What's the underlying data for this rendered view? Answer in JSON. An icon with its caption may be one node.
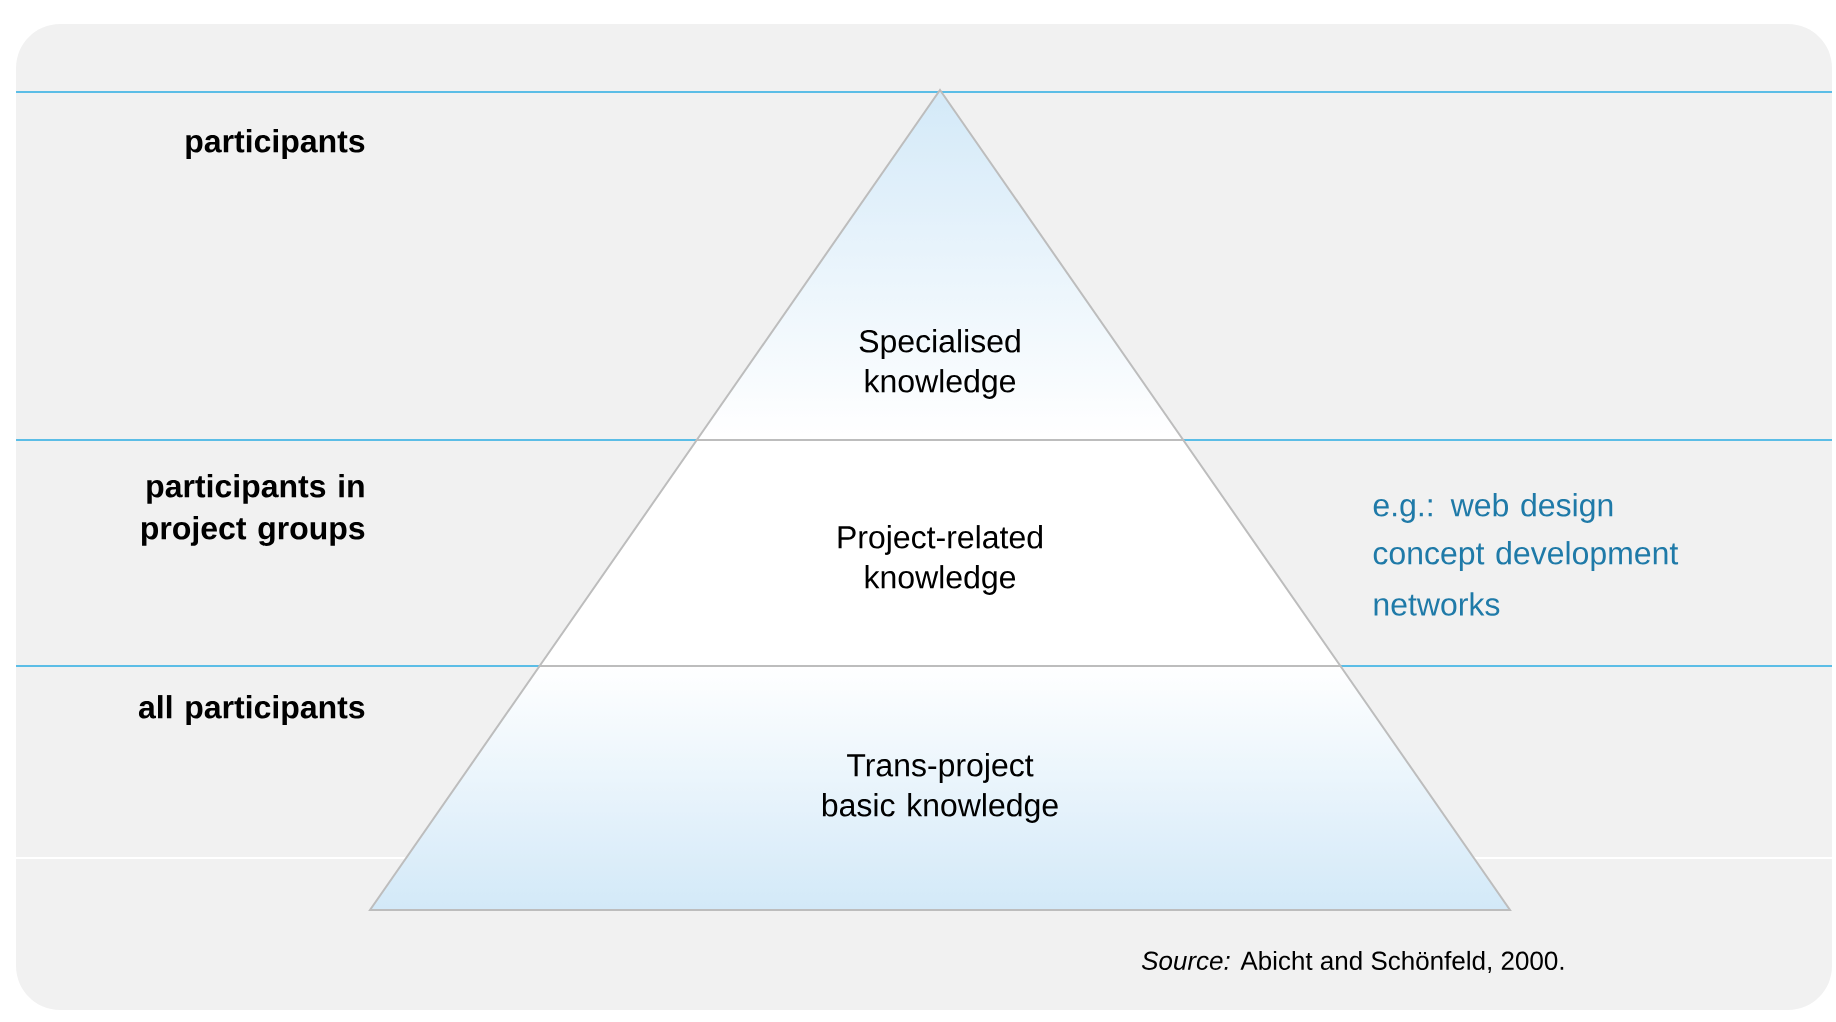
{
  "diagram": {
    "caption": "*Source:* Abicht and Schönfeld, 2000.",
    "nodes": [
      {
        "text": [
          "Specialised knowledge"
        ]
      },
      {
        "text": [
          "Project-related knowledge"
        ]
      },
      {
        "text": [
          "Trans-project basic knowledge"
        ]
      }
    ],
    "labels": [
      "participants",
      "participants in project groups",
      "e.g.: web design",
      "concept development",
      "networks",
      "all participants"
    ]
  }
}
